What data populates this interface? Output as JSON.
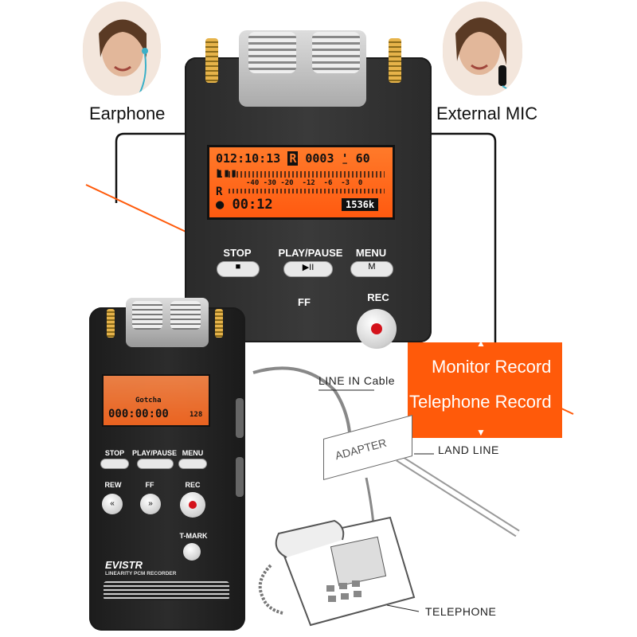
{
  "labels": {
    "earphone": "Earphone",
    "external_mic": "External MIC",
    "monitor_record": "Monitor Record",
    "telephone_record": "Telephone Record",
    "line_in_cable": "LINE IN Cable",
    "adapter": "ADAPTER",
    "land_line": "LAND LINE",
    "telephone": "TELEPHONE"
  },
  "top_device": {
    "lcd": {
      "time": "012:10:13",
      "mode": "R",
      "file_no": "0003",
      "level_num": "60",
      "channel_l": "L",
      "channel_r": "R",
      "db_scale": "-40 -30 -20  -12  -6  -3  0",
      "elapsed": "● 00:12",
      "bitrate": "1536k"
    },
    "buttons": {
      "stop": "STOP",
      "play_pause": "PLAY/PAUSE",
      "menu": "MENU",
      "ff": "FF",
      "rec": "REC"
    }
  },
  "bottom_device": {
    "lcd_time": "000:00:00",
    "lcd_title": "Gotcha",
    "lcd_bitrate": "128",
    "buttons": {
      "stop": "STOP",
      "play_pause": "PLAY/PAUSE",
      "menu": "MENU",
      "rew": "REW",
      "ff": "FF",
      "rec": "REC",
      "tmark": "T-MARK"
    },
    "brand": "EVISTR",
    "subtitle": "LINEARITY PCM RECORDER"
  },
  "colors": {
    "accent_orange": "#ff5a0a",
    "lcd_orange": "#ff6a1a",
    "rec_red": "#d4121b"
  }
}
